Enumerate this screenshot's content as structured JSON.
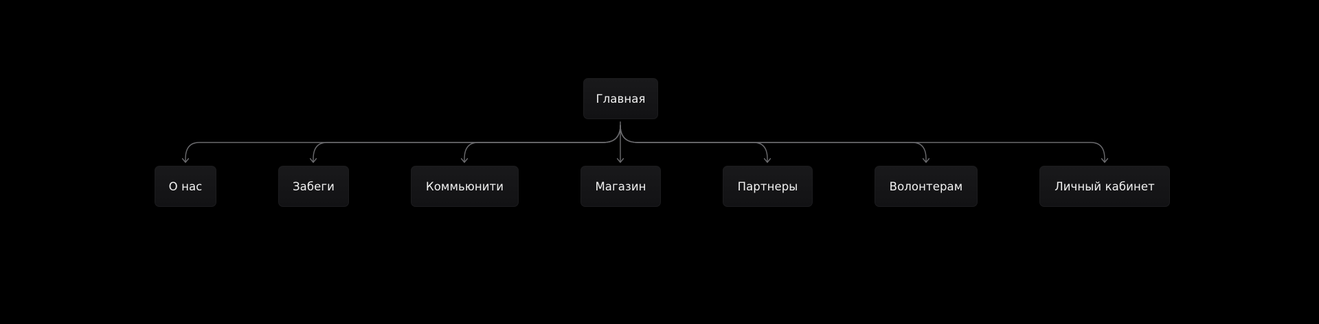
{
  "diagram": {
    "root": {
      "label": "Главная"
    },
    "children": [
      {
        "label": "О нас"
      },
      {
        "label": "Забеги"
      },
      {
        "label": "Коммьюнити"
      },
      {
        "label": "Магазин"
      },
      {
        "label": "Партнеры"
      },
      {
        "label": "Волонтерам"
      },
      {
        "label": "Личный кабинет"
      }
    ]
  },
  "colors": {
    "background": "#000000",
    "node_fill": "#161618",
    "node_text": "#f2f2f2",
    "connector": "#6b6b6e"
  }
}
